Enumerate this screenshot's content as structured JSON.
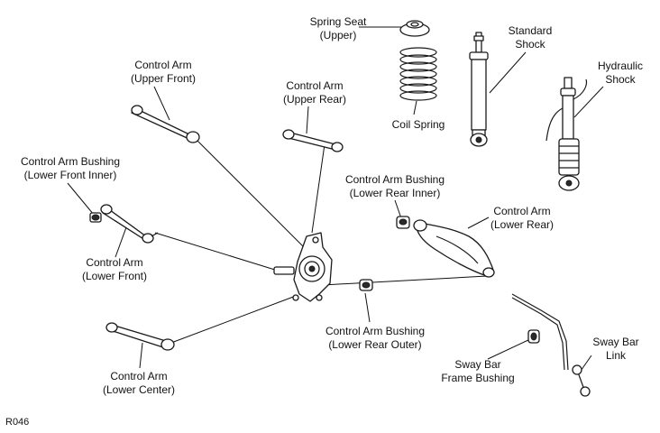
{
  "figure_ref": "R046",
  "labels": {
    "spring_seat": [
      "Spring Seat",
      "(Upper)"
    ],
    "standard_shock": [
      "Standard",
      "Shock"
    ],
    "hydraulic_shock": [
      "Hydraulic",
      "Shock"
    ],
    "coil_spring": [
      "Coil Spring"
    ],
    "ca_upper_front": [
      "Control Arm",
      "(Upper Front)"
    ],
    "ca_upper_rear": [
      "Control Arm",
      "(Upper Rear)"
    ],
    "cab_lower_front_inner": [
      "Control Arm Bushing",
      "(Lower Front Inner)"
    ],
    "cab_lower_rear_inner": [
      "Control Arm Bushing",
      "(Lower Rear Inner)"
    ],
    "ca_lower_rear": [
      "Control Arm",
      "(Lower Rear)"
    ],
    "ca_lower_front": [
      "Control Arm",
      "(Lower Front)"
    ],
    "cab_lower_rear_outer": [
      "Control Arm Bushing",
      "(Lower Rear Outer)"
    ],
    "sway_bar_link": [
      "Sway Bar",
      "Link"
    ],
    "sway_bar_frame_bushing": [
      "Sway Bar",
      "Frame Bushing"
    ],
    "ca_lower_center": [
      "Control Arm",
      "(Lower Center)"
    ]
  }
}
